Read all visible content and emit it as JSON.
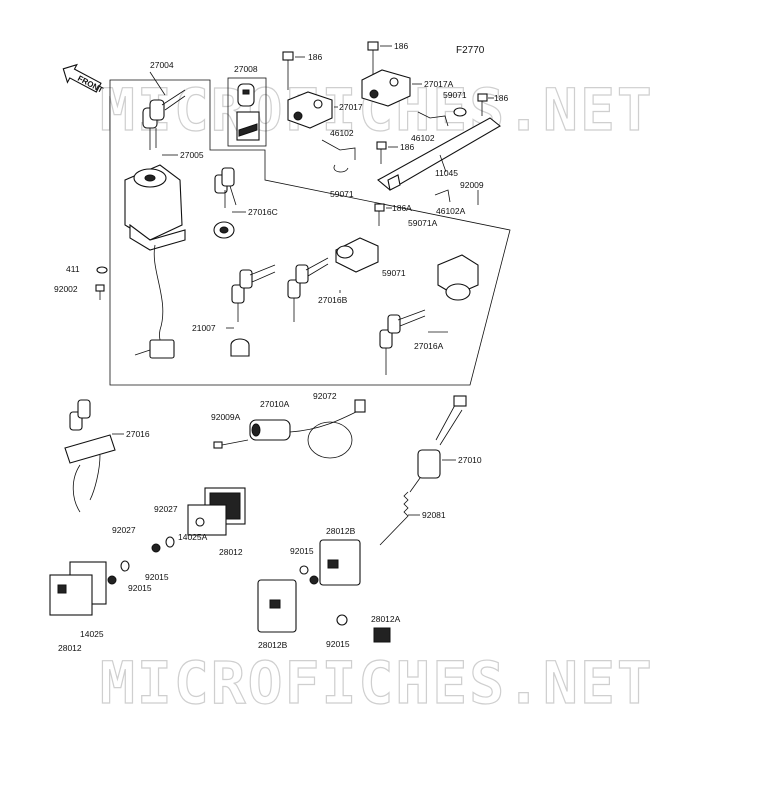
{
  "figure_code": "F2770",
  "front_marker": "FRONT",
  "watermark_text": "MICROFICHES.NET",
  "parts": {
    "p27004": "27004",
    "p27008": "27008",
    "p27005": "27005",
    "p27016C": "27016C",
    "p186_a": "186",
    "p186_b": "186",
    "p186_c": "186",
    "p186_d": "186",
    "p186A": "186A",
    "p27017A": "27017A",
    "p27017": "27017",
    "p59071_a": "59071",
    "p59071_b": "59071",
    "p59071_c": "59071",
    "p59071A": "59071A",
    "p46102_a": "46102",
    "p46102_b": "46102",
    "p46102A": "46102A",
    "p11045": "11045",
    "p92009": "92009",
    "p411": "411",
    "p92002": "92002",
    "p27016B": "27016B",
    "p21007": "21007",
    "p27016A": "27016A",
    "p27016": "27016",
    "p92009A": "92009A",
    "p27010A": "27010A",
    "p92072": "92072",
    "p27010": "27010",
    "p92081": "92081",
    "p92027_a": "92027",
    "p92027_b": "92027",
    "p28012_a": "28012",
    "p28012_b": "28012",
    "p14025A": "14025A",
    "p14025": "14025",
    "p92015_a": "92015",
    "p92015_b": "92015",
    "p92015_c": "92015",
    "p92015_d": "92015",
    "p28012B_a": "28012B",
    "p28012B_b": "28012B",
    "p28012A": "28012A"
  }
}
